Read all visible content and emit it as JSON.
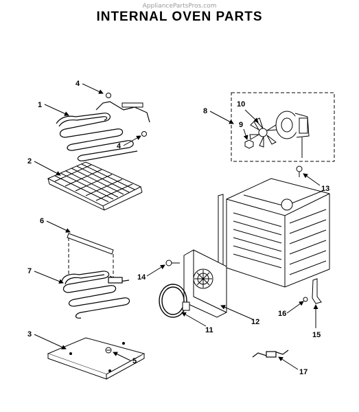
{
  "watermark": "AppliancePartsPros.com",
  "title": "INTERNAL OVEN PARTS",
  "callouts": [
    "1",
    "2",
    "3",
    "4",
    "4",
    "5",
    "6",
    "7",
    "8",
    "9",
    "10",
    "11",
    "12",
    "13",
    "14",
    "15",
    "16",
    "17"
  ]
}
